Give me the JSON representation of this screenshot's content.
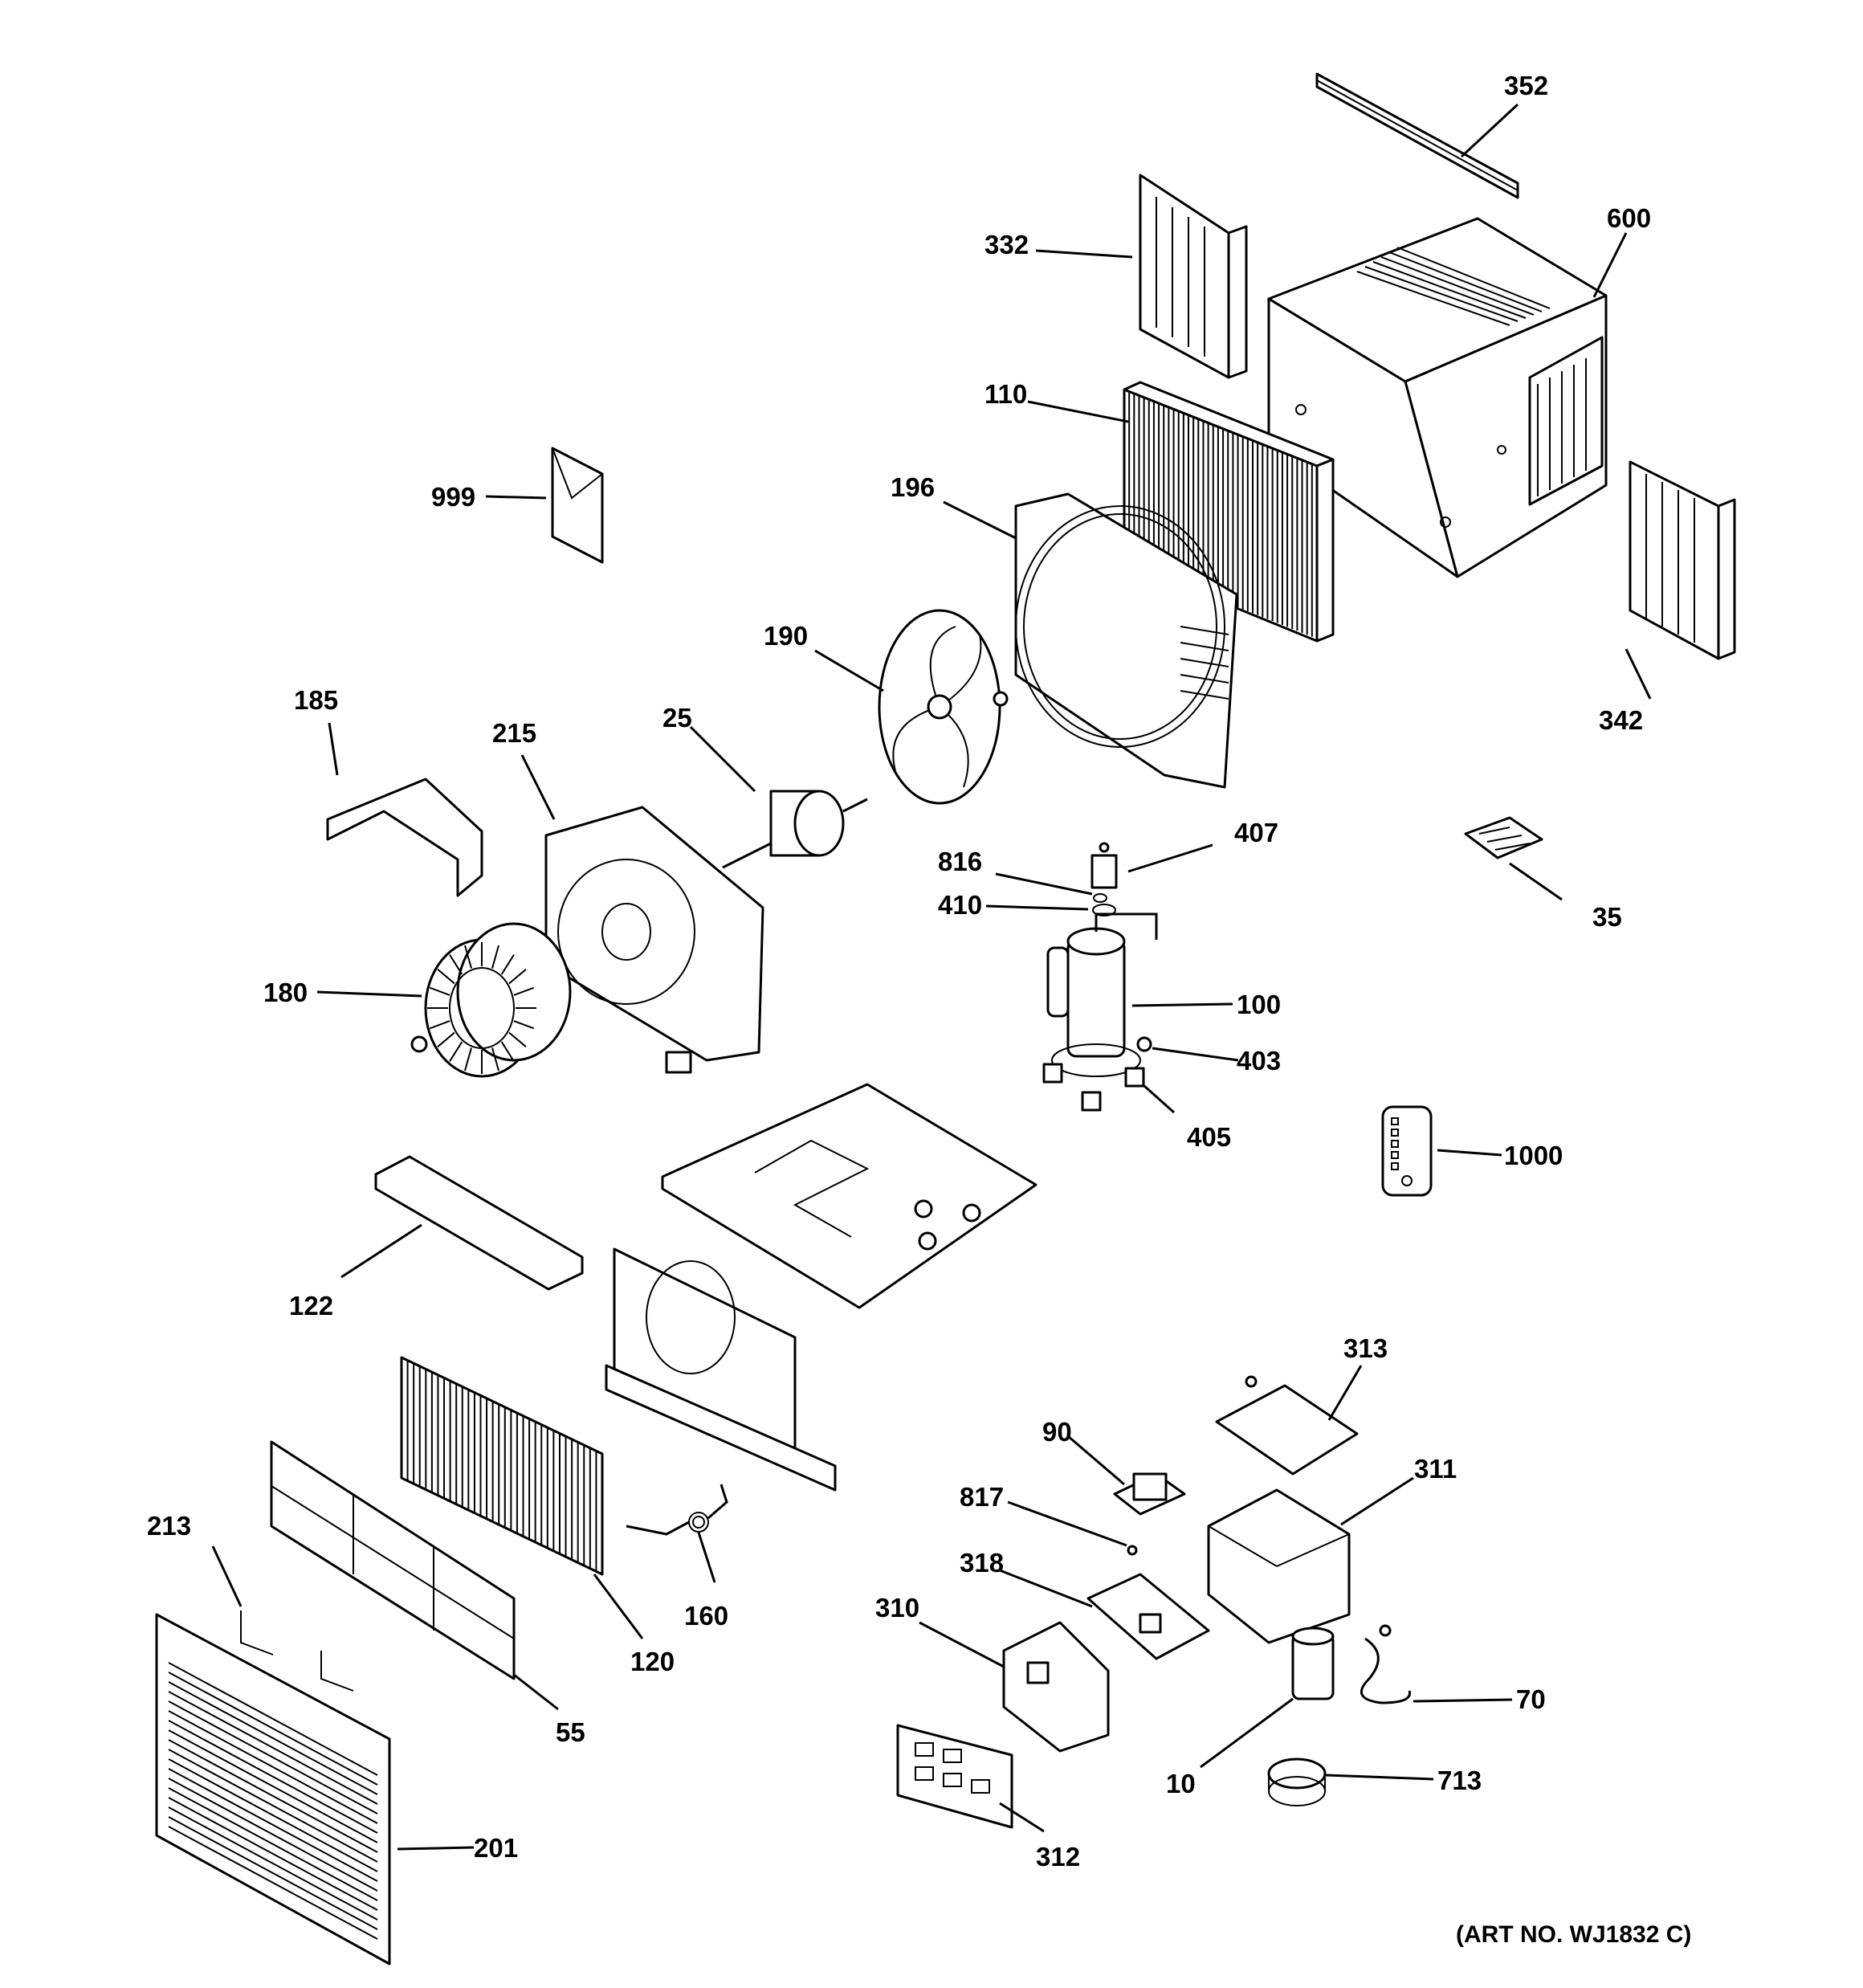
{
  "diagram": {
    "art_number": "(ART NO. WJ1832 C)",
    "callouts": {
      "c352": "352",
      "c600": "600",
      "c332": "332",
      "c110": "110",
      "c999": "999",
      "c196": "196",
      "c190": "190",
      "c342": "342",
      "c185": "185",
      "c215": "215",
      "c25": "25",
      "c407": "407",
      "c816": "816",
      "c410": "410",
      "c35": "35",
      "c180": "180",
      "c100": "100",
      "c403": "403",
      "c405": "405",
      "c1000": "1000",
      "c122": "122",
      "c313": "313",
      "c90": "90",
      "c311": "311",
      "c817": "817",
      "c318": "318",
      "c213": "213",
      "c310": "310",
      "c160": "160",
      "c120": "120",
      "c70": "70",
      "c55": "55",
      "c713": "713",
      "c10": "10",
      "c201": "201",
      "c312": "312"
    }
  }
}
